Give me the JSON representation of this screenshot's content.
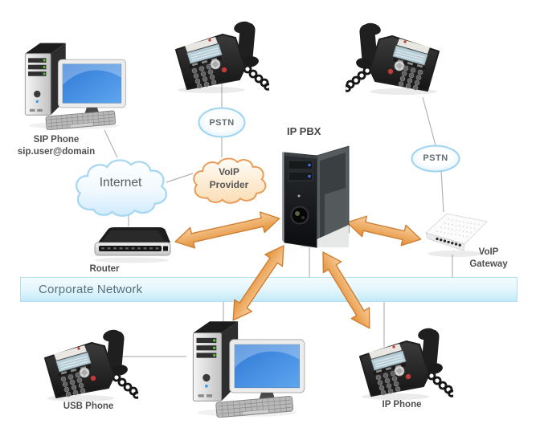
{
  "nodes": {
    "sip_phone": {
      "label": "SIP Phone",
      "address": "sip.user@domain"
    },
    "internet_cloud": {
      "label": "Internet"
    },
    "pstn_left": {
      "label": "PSTN"
    },
    "voip_provider": {
      "line1": "VoIP",
      "line2": "Provider"
    },
    "ip_pbx": {
      "label": "IP PBX"
    },
    "pstn_right": {
      "label": "PSTN"
    },
    "router": {
      "label": "Router"
    },
    "voip_gateway": {
      "line1": "VoIP",
      "line2": "Gateway"
    },
    "corporate_network": {
      "label": "Corporate Network"
    },
    "usb_phone": {
      "label": "USB Phone"
    },
    "ip_phone": {
      "label": "IP Phone"
    }
  },
  "colors": {
    "arrow_fill_light": "#f8cf9e",
    "arrow_fill_dark": "#e48f35",
    "arrow_stroke": "#cf7f33",
    "blue_cloud_stroke": "#a6d7f2",
    "blue_cloud_fill": "#d3ecfb",
    "orange_cloud_stroke": "#e89a55",
    "orange_cloud_fill": "#fbe0bd",
    "network_bar_top": "#f4fcff",
    "network_bar_bottom": "#c2e9f8",
    "network_bar_border": "#b5def0",
    "connector_line": "#b3b3b3",
    "label_text": "#4f4f4f",
    "bar_text": "#54707d",
    "screen_blue": "#2e78d6"
  }
}
